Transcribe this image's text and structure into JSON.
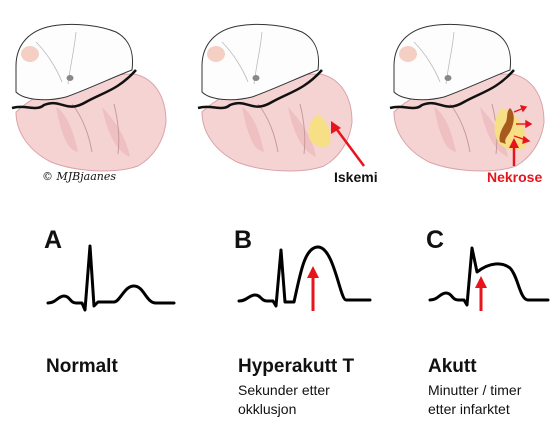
{
  "copyright": "© MJBjaanes",
  "iskemi_label": "Iskemi",
  "nekrose_label": "Nekrose",
  "panels": [
    {
      "letter": "A",
      "title": "Normalt",
      "sub_lines": []
    },
    {
      "letter": "B",
      "title": "Hyperakutt T",
      "sub_lines": [
        "Sekunder etter",
        "okklusjon"
      ]
    },
    {
      "letter": "C",
      "title": "Akutt",
      "sub_lines": [
        "Minutter / timer",
        "etter infarktet"
      ]
    }
  ],
  "colors": {
    "heart_fill": "#f6d3d3",
    "heart_dark": "#eab4b6",
    "atria_fill": "#fdfdfd",
    "ischemia": "#f7df85",
    "necrosis": "#a85a1e",
    "arrow_red": "#e8141c",
    "nekrose_text": "#e8141c",
    "ecg_line": "#000000"
  }
}
